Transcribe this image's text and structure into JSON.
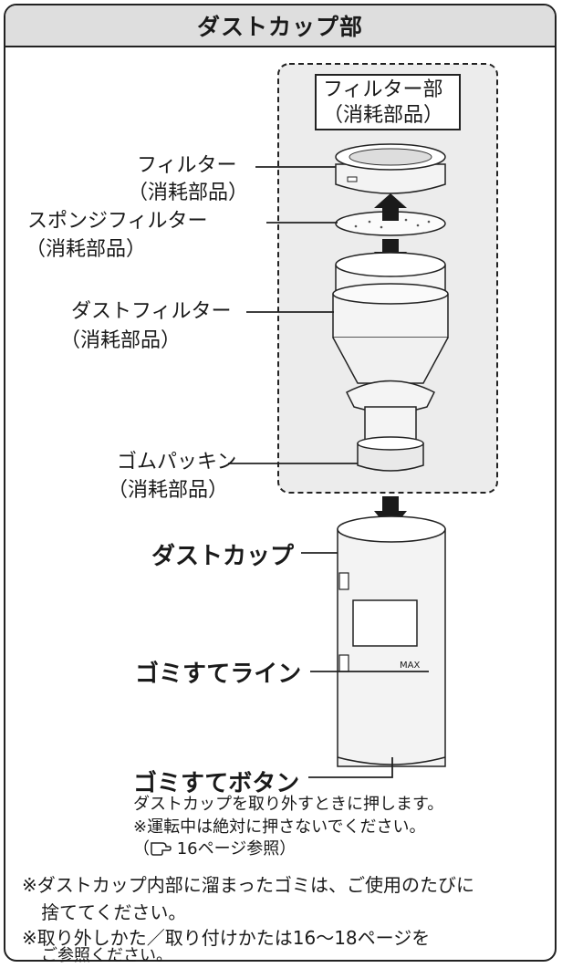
{
  "header": {
    "title": "ダストカップ部"
  },
  "filter_section": {
    "title_line1": "フィルター部",
    "title_line2": "（消耗部品）"
  },
  "parts": {
    "filter": {
      "name": "フィルター",
      "note": "（消耗部品）"
    },
    "sponge_filter": {
      "name": "スポンジフィルター",
      "note": "（消耗部品）"
    },
    "dust_filter": {
      "name": "ダストフィルター",
      "note": "（消耗部品）"
    },
    "rubber_packing": {
      "name": "ゴムパッキン",
      "note": "（消耗部品）"
    },
    "dust_cup": {
      "name": "ダストカップ"
    },
    "dust_line": {
      "name": "ゴミすてライン",
      "max_mark": "MAX"
    },
    "dust_button": {
      "name": "ゴミすてボタン",
      "desc1": "ダストカップを取り外すときに押します。",
      "desc2": "※運転中は絶対に押さないでください。",
      "ref_open": "（",
      "ref_text": " 16ページ参照）"
    }
  },
  "footer": {
    "line1": "※ダストカップ内部に溜まったゴミは、ご使用のたびに",
    "line2": "捨ててください。",
    "line3": "※取り外しかた／取り付けかたは16～18ページを",
    "line4": "ご参照ください。"
  },
  "icons": {
    "reference": "pointing-hand-icon",
    "arrow": "arrow-icon"
  },
  "colors": {
    "header_bg": "#dedede",
    "filter_area_bg": "#ececec",
    "border": "#222222"
  }
}
